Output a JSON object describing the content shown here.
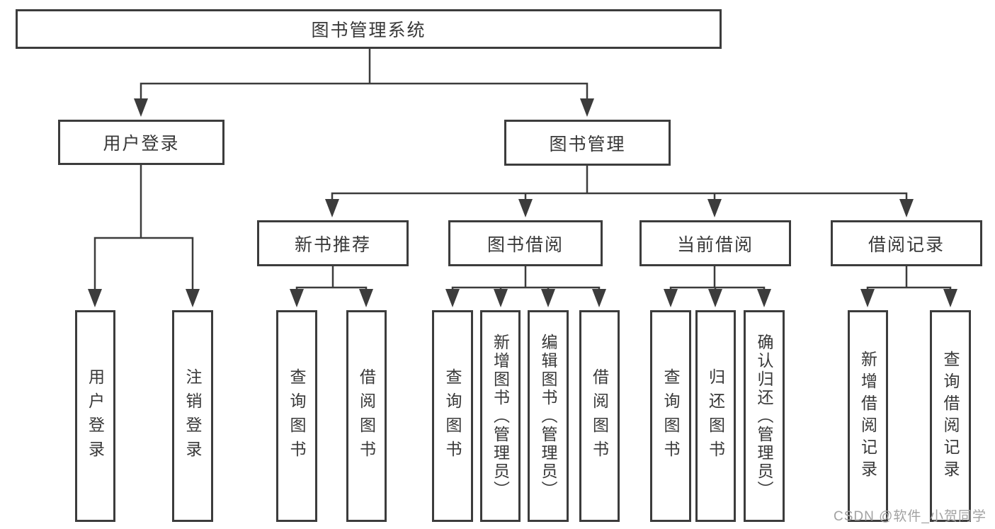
{
  "tree": {
    "label": "图书管理系统",
    "children": [
      {
        "label": "用户登录",
        "children": [
          {
            "label": "用户登录"
          },
          {
            "label": "注销登录"
          }
        ]
      },
      {
        "label": "图书管理",
        "children": [
          {
            "label": "新书推荐",
            "children": [
              {
                "label": "查询图书"
              },
              {
                "label": "借阅图书"
              }
            ]
          },
          {
            "label": "图书借阅",
            "children": [
              {
                "label": "查询图书"
              },
              {
                "label": "新增图书（管理员）"
              },
              {
                "label": "编辑图书（管理员）"
              },
              {
                "label": "借阅图书"
              }
            ]
          },
          {
            "label": "当前借阅",
            "children": [
              {
                "label": "查询图书"
              },
              {
                "label": "归还图书"
              },
              {
                "label": "确认归还（管理员）"
              }
            ]
          },
          {
            "label": "借阅记录",
            "children": [
              {
                "label": "新增借阅记录"
              },
              {
                "label": "查询借阅记录"
              }
            ]
          }
        ]
      }
    ]
  },
  "watermark": {
    "text": "CSDN @软件_小贺同学"
  },
  "colors": {
    "line": "#3c3c3c",
    "text": "#383838",
    "background": "#ffffff",
    "watermark": "#a2a2a2"
  }
}
